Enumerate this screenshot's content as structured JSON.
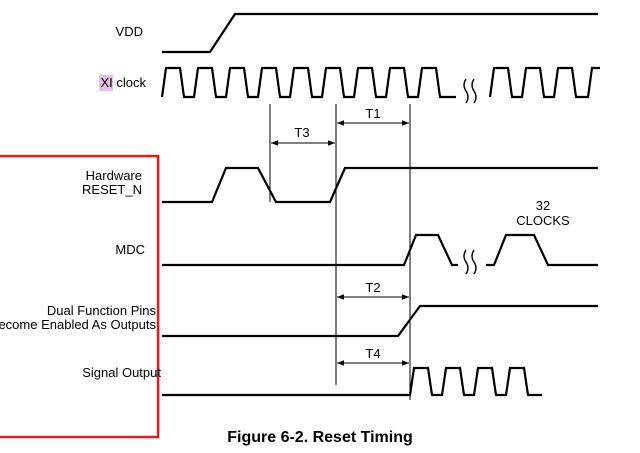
{
  "signals": {
    "vdd": "VDD",
    "xi_clock_prefix": "XI",
    "xi_clock_suffix": " clock",
    "hw_reset_line1": "Hardware",
    "hw_reset_line2": "RESET_N",
    "mdc": "MDC",
    "dual_line1": "Dual Function Pins",
    "dual_line2": "Become Enabled As Outputs",
    "signal_output": "Signal Output"
  },
  "intervals": {
    "t1": "T1",
    "t2": "T2",
    "t3": "T3",
    "t4": "T4"
  },
  "mdc_note": {
    "line1": "32",
    "line2": "CLOCKS"
  },
  "caption": "Figure 6-2. Reset Timing",
  "colors": {
    "highlight_box": "#e02020",
    "xi_highlight": "#e8c0e8",
    "line": "#000000"
  }
}
